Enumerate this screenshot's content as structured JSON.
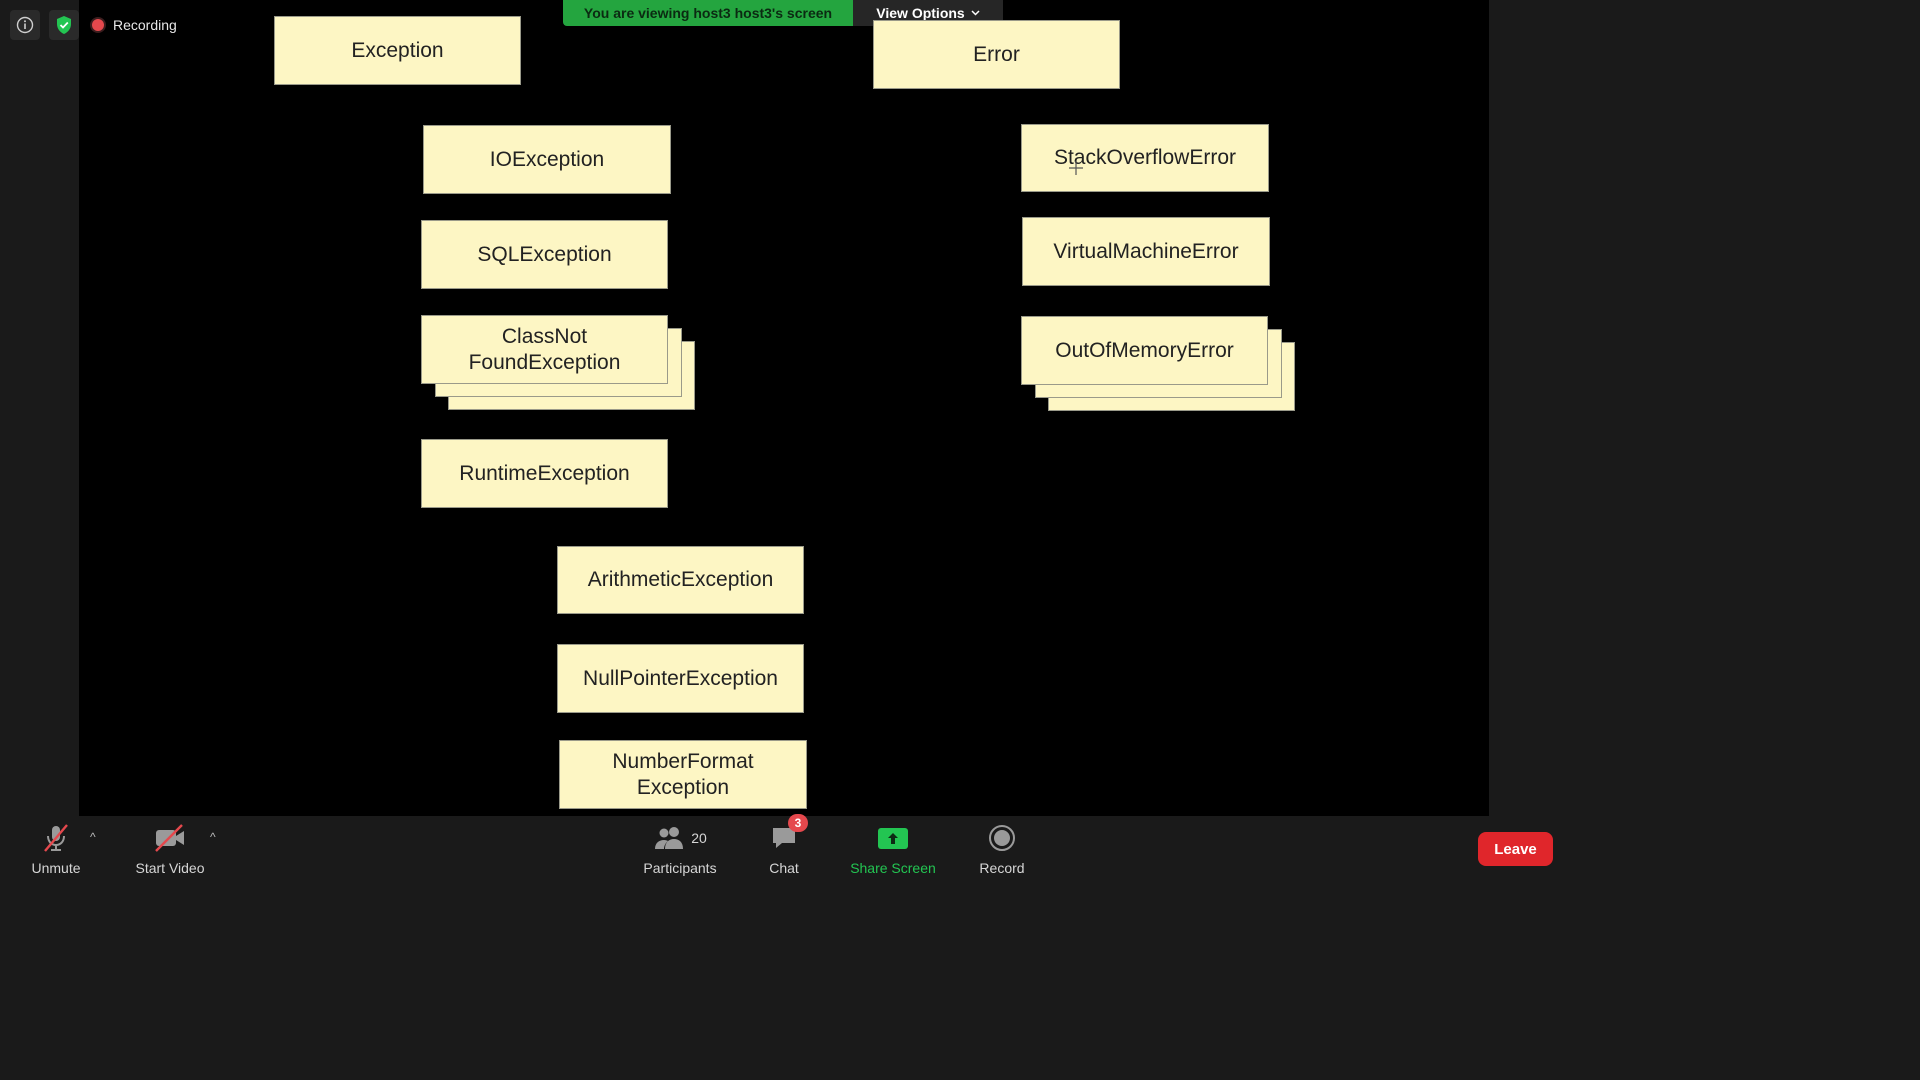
{
  "status": {
    "recording_label": "Recording"
  },
  "banner": {
    "viewing_text": "You are viewing host3 host3's screen",
    "view_options_label": "View Options"
  },
  "slide": {
    "exception_root": "Exception",
    "error_root": "Error",
    "exceptions": [
      "IOException",
      "SQLException",
      "ClassNot FoundException",
      "RuntimeException"
    ],
    "runtime_exceptions": [
      "ArithmeticException",
      "NullPointerException",
      "NumberFormat Exception"
    ],
    "errors": [
      "StackOverflowError",
      "VirtualMachineError",
      "OutOfMemoryError"
    ]
  },
  "toolbar": {
    "unmute_label": "Unmute",
    "start_video_label": "Start Video",
    "participants_label": "Participants",
    "participants_count": "20",
    "chat_label": "Chat",
    "chat_badge": "3",
    "share_screen_label": "Share Screen",
    "record_label": "Record",
    "leave_label": "Leave"
  },
  "colors": {
    "banner_green": "#24a53f",
    "share_green": "#23c552",
    "leave_red": "#e0262b",
    "box_fill": "#fdf6c4"
  }
}
